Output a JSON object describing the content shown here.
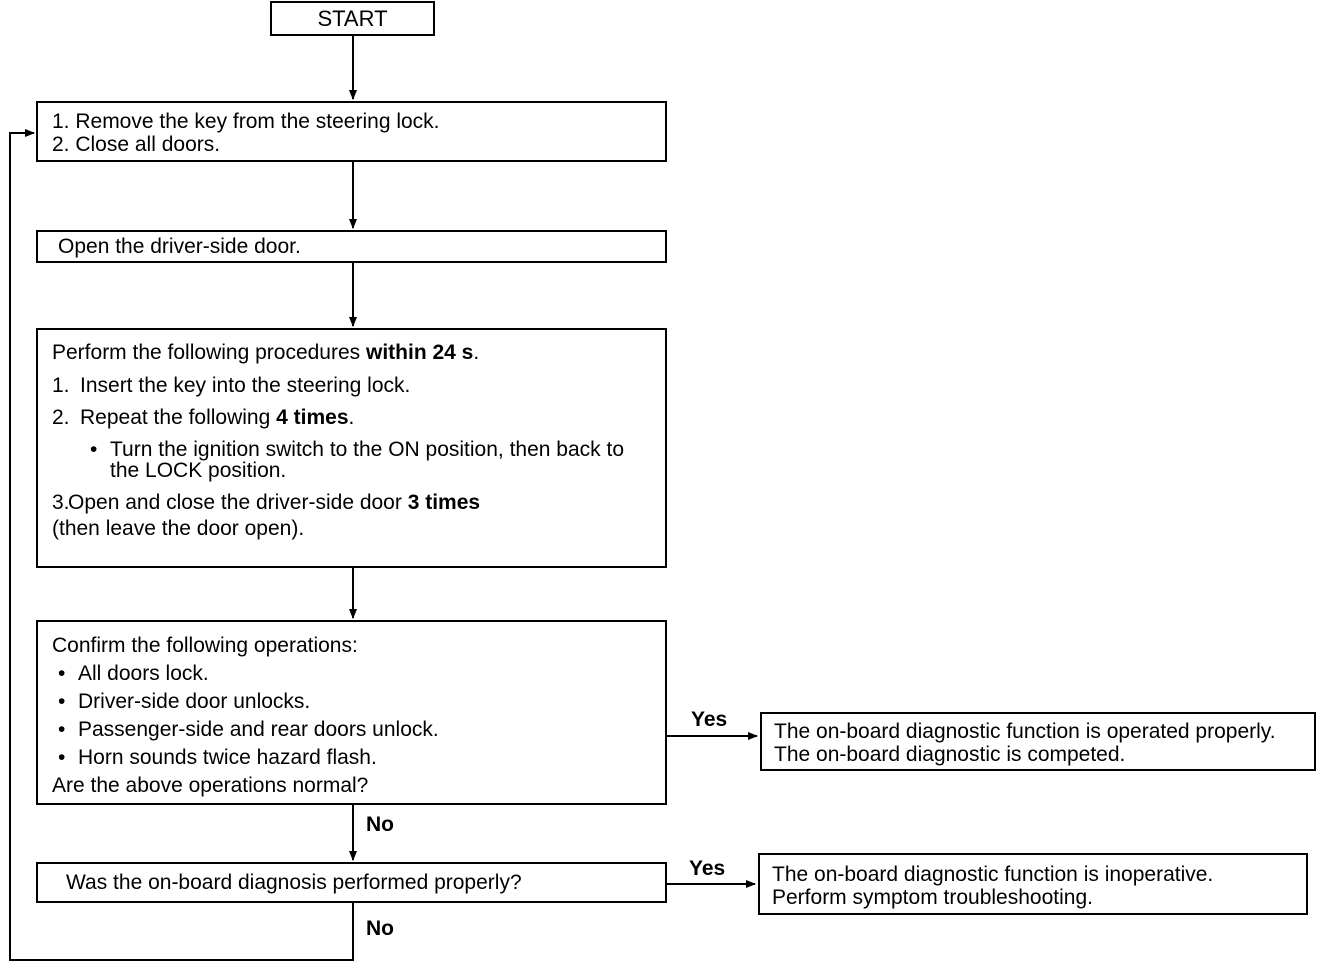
{
  "diagram": {
    "title": "On-board diagnostic function flowchart",
    "colors": {
      "stroke": "#000000",
      "fill": "#ffffff",
      "text": "#000000"
    },
    "nodes": {
      "start": {
        "label": "START"
      },
      "step1": {
        "line1": "1. Remove the key from the steering lock.",
        "line2": "2. Close all doors."
      },
      "open_door": {
        "text": "Open the driver-side door."
      },
      "procedure": {
        "intro_pre": "Perform the following procedures ",
        "intro_bold": "within 24 s",
        "intro_post": ".",
        "item1_num": "1.",
        "item1_text": "Insert the key into the steering lock.",
        "item2_num": "2.",
        "item2_pre": "Repeat the following ",
        "item2_bold": "4 times",
        "item2_post": ".",
        "sub_bullet": "•",
        "sub_line1": "Turn the ignition switch to the ON position, then back to",
        "sub_line2": "the LOCK position.",
        "item3_num": "3.",
        "item3_pre": "Open and close the driver-side door ",
        "item3_bold": "3 times",
        "item3_line2": "(then leave the door open)."
      },
      "confirm": {
        "intro": "Confirm the following operations:",
        "bullet_glyph": "•",
        "bullets": [
          "All doors lock.",
          "Driver-side door unlocks.",
          "Passenger-side and rear doors unlock.",
          "Horn sounds twice hazard flash."
        ],
        "question": "Are the above operations normal?"
      },
      "decision": {
        "text": "Was the on-board diagnosis performed properly?"
      },
      "result_ok": {
        "line1": "The on-board diagnostic function is operated properly.",
        "line2": "The on-board diagnostic is competed."
      },
      "result_bad": {
        "line1": "The on-board diagnostic function is inoperative.",
        "line2": "Perform symptom troubleshooting."
      }
    },
    "edge_labels": {
      "yes_confirm": "Yes",
      "yes_decision": "Yes",
      "no_confirm": "No",
      "no_decision": "No"
    }
  }
}
